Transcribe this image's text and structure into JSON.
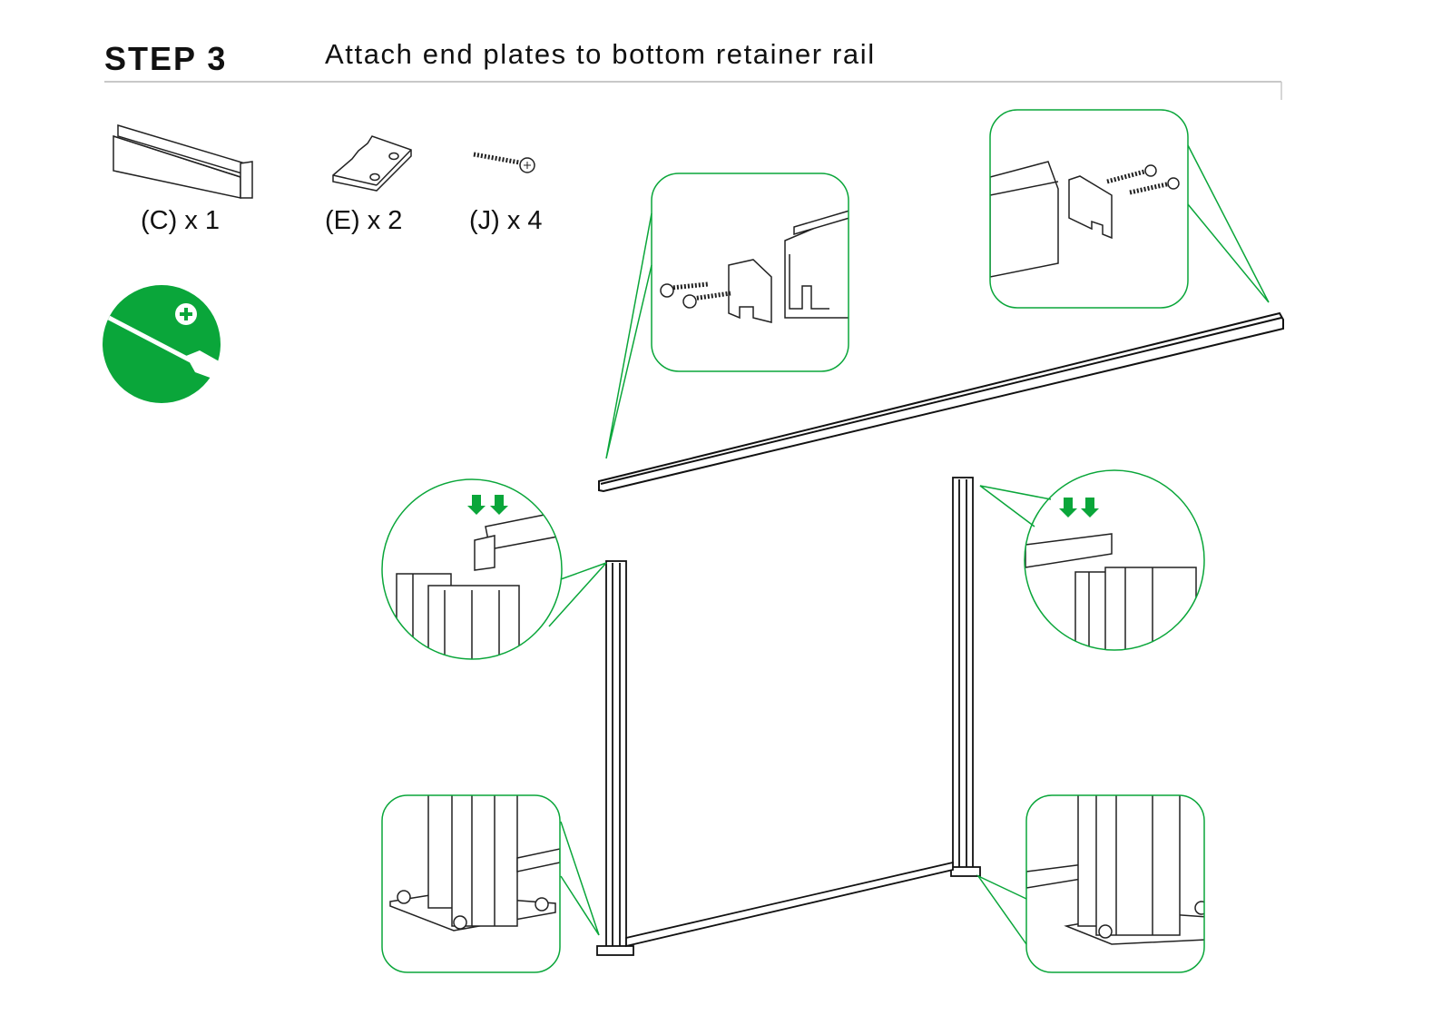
{
  "header": {
    "step": "STEP 3",
    "title": "Attach end plates to bottom retainer rail"
  },
  "parts": [
    {
      "label": "(C) x 1",
      "icon": "retainer-rail-icon"
    },
    {
      "label": "(E) x 2",
      "icon": "end-plate-icon"
    },
    {
      "label": "(J) x 4",
      "icon": "screw-icon"
    }
  ],
  "tool": {
    "icon": "phillips-screwdriver-icon"
  },
  "colors": {
    "accent": "#0aa63a",
    "line": "#111111",
    "rule": "#cccccc"
  }
}
